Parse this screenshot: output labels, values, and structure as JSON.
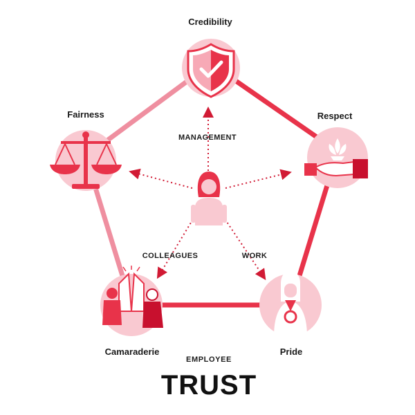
{
  "nodes": {
    "credibility": {
      "label": "Credibility"
    },
    "fairness": {
      "label": "Fairness"
    },
    "respect": {
      "label": "Respect"
    },
    "camaraderie": {
      "label": "Camaraderie"
    },
    "pride": {
      "label": "Pride"
    }
  },
  "arrows": {
    "management": "MANAGEMENT",
    "colleagues": "COLLEAGUES",
    "work": "WORK"
  },
  "footer": {
    "subtitle": "EMPLOYEE",
    "title": "TRUST"
  },
  "colors": {
    "accent": "#e8334a",
    "accent_dark": "#c8102e",
    "pink_edge": "#ef8fa0",
    "circle_fill": "#f9c9d1",
    "arrow": "#d11a34"
  },
  "icons": {
    "credibility": "shield-check-icon",
    "fairness": "balance-scale-icon",
    "respect": "lotus-hand-icon",
    "camaraderie": "high-five-icon",
    "pride": "medal-person-icon",
    "center": "employee-person-icon"
  }
}
